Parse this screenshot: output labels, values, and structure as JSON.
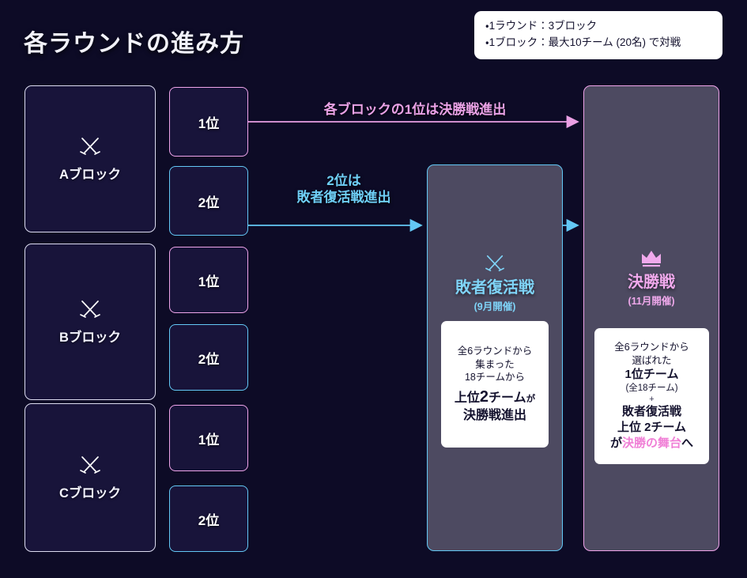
{
  "page": {
    "title": "各ラウンドの進み方",
    "background": "#0d0b26"
  },
  "info_box": {
    "lines": [
      "・1ラウンド：3ブロック",
      "・1ブロック：最大10チーム (20名) で対戦"
    ]
  },
  "blocks": [
    {
      "label": "Aブロック",
      "icon": "crossed-swords-icon"
    },
    {
      "label": "Bブロック",
      "icon": "crossed-swords-icon"
    },
    {
      "label": "Cブロック",
      "icon": "crossed-swords-icon"
    }
  ],
  "ranks": {
    "first_label": "1位",
    "second_label": "2位",
    "first_color": "#efa4ea",
    "second_color": "#63c8f5"
  },
  "connectors": {
    "to_final": {
      "label": "各ブロックの1位は決勝戦進出",
      "color": "#eaa2e6"
    },
    "to_loser": {
      "label": "2位は\n敗者復活戦進出",
      "color": "#63c8f5"
    }
  },
  "loser_stage": {
    "icon": "crossed-swords-icon",
    "title": "敗者復活戦",
    "subtitle": "(9月開催)",
    "color": "#63c8f5",
    "card": {
      "line1": "全6ラウンドから",
      "line2": "集まった",
      "line3": "18チームから",
      "line4_prefix": "上位",
      "line4_number": "2",
      "line4_suffix": "チーム",
      "line4_particle": "が",
      "line5": "決勝戦進出"
    }
  },
  "final_stage": {
    "icon": "crown-icon",
    "title": "決勝戦",
    "subtitle": "(11月開催)",
    "color": "#efa4ea",
    "card": {
      "line1": "全6ラウンドから",
      "line2": "選ばれた",
      "line3": "1位チーム",
      "line4": "(全18チーム)",
      "plus": "+",
      "line5": "敗者復活戦",
      "line6": "上位 2チーム",
      "line7_prefix": "が",
      "line7_highlight": "決勝の舞台",
      "line7_suffix": "へ"
    }
  }
}
